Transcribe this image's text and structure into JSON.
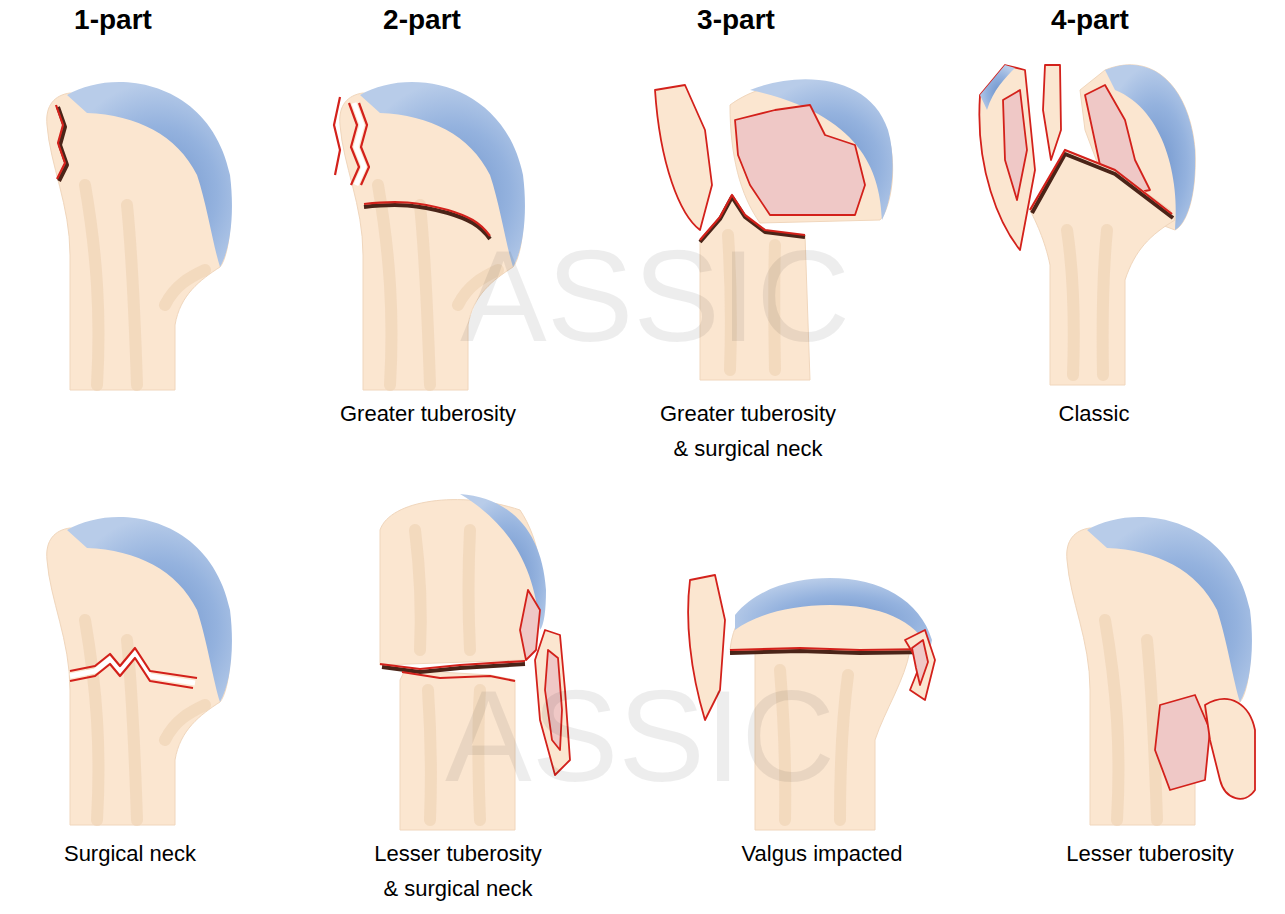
{
  "diagram": {
    "labels": [
      "1-part",
      "2-part",
      "3-part",
      "4-part",
      "Greater tuberosity",
      "Greater tuberosity & surgical neck",
      "Classic",
      "Surgical neck",
      "Lesser tuberosity & surgical neck",
      "Valgus impacted",
      "Lesser tuberosity",
      "ASSIC",
      "ASSIC"
    ]
  }
}
